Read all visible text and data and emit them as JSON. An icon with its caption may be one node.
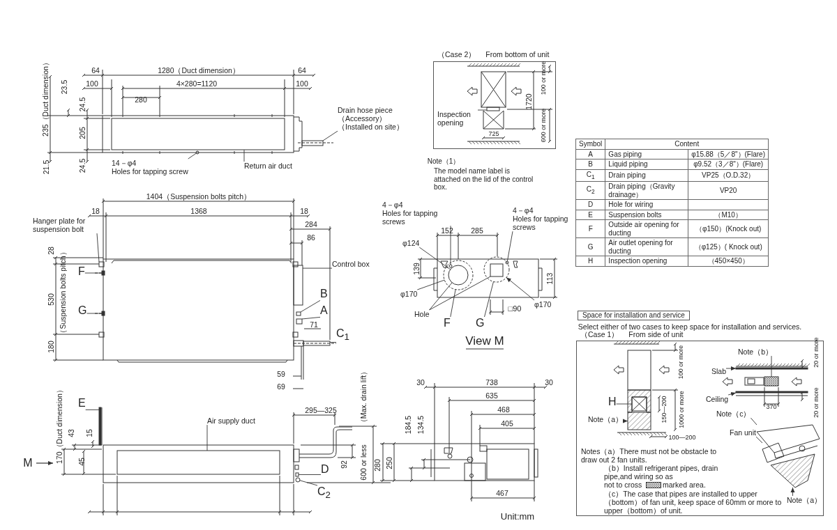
{
  "diagram": {
    "nodes": [
      {
        "text": [
          "Drain hose piece（Accessory）",
          "（Installed on site）"
        ]
      },
      {
        "text": [
          "14－φ4",
          "Holes for tapping screw"
        ]
      },
      {
        "text": [
          "Return air duct"
        ]
      },
      {
        "text": [
          "Hanger plate for suspension bolt"
        ]
      },
      {
        "text": [
          "F"
        ]
      },
      {
        "text": [
          "G"
        ]
      },
      {
        "text": [
          "Control box"
        ]
      },
      {
        "text": [
          "B"
        ]
      },
      {
        "text": [
          "A"
        ]
      },
      {
        "text": [
          "C$_{1}$"
        ]
      },
      {
        "text": [
          "E"
        ]
      },
      {
        "text": [
          "Air supply duct"
        ]
      },
      {
        "text": [
          "D"
        ]
      },
      {
        "text": [
          "C$_{2}$"
        ]
      },
      {
        "text": [
          "（Case 2）",
          "From bottom of unit"
        ]
      },
      {
        "text": [
          "Inspection opening"
        ],
        "in": 14
      },
      {
        "text": [
          "4－φ4",
          "Holes for tapping screws"
        ]
      },
      {
        "text": [
          "φ124"
        ]
      },
      {
        "text": [
          "φ170"
        ]
      },
      {
        "text": [
          "Hole"
        ]
      },
      {
        "text": [
          "F"
        ]
      },
      {
        "text": [
          "G"
        ]
      },
      {
        "text": [
          "4－φ4",
          "Holes for tapping screws"
        ]
      },
      {
        "text": [
          "φ170"
        ]
      },
      {
        "text": [
          "Space for installation and service"
        ]
      },
      {
        "text": [
          "（Case 1）",
          "From side of unit"
        ]
      },
      {
        "text": [
          "H"
        ],
        "in": 25
      },
      {
        "text": [
          "Note（a）"
        ],
        "in": 25
      },
      {
        "text": [
          "Note（b）"
        ],
        "in": 25
      },
      {
        "text": [
          "Slab"
        ],
        "in": 25
      },
      {
        "text": [
          "Ceiling"
        ],
        "in": 25
      },
      {
        "text": [
          "Note（c）"
        ],
        "in": 25
      },
      {
        "text": [
          "Fan unit"
        ],
        "in": 25
      },
      {
        "text": [
          "Note（a）"
        ],
        "in": 25
      },
      {
        "text": [],
        "shape": "box"
      },
      {
        "text": [],
        "shape": "circle"
      },
      {
        "text": [],
        "shape": "box"
      },
      {
        "text": [],
        "shape": "box"
      },
      {
        "text": [],
        "shape": "bar"
      },
      {
        "text": [],
        "shape": "bar"
      },
      {
        "text": [],
        "shape": "box"
      },
      {
        "text": [],
        "shape": "box"
      },
      {
        "text": [],
        "shape": "box"
      },
      {
        "text": [],
        "shape": "box"
      },
      {
        "text": [],
        "shape": "bar"
      },
      {
        "text": [],
        "shape": "box"
      },
      {
        "text": [],
        "shape": "box"
      },
      {
        "text": [],
        "shape": "circle"
      },
      {
        "text": [],
        "shape": "box",
        "in": 14
      },
      {
        "text": [],
        "shape": "circle"
      },
      {
        "text": [],
        "shape": "circle",
        "in": 49
      },
      {
        "text": [],
        "shape": "circle",
        "in": 49
      },
      {
        "text": [],
        "shape": "circle"
      },
      {
        "text": [],
        "shape": "box",
        "in": 52
      },
      {
        "text": [],
        "shape": "circle"
      },
      {
        "text": [],
        "shape": "box",
        "in": 25
      },
      {
        "text": [],
        "shape": "box",
        "in": 25
      },
      {
        "text": [],
        "shape": "box",
        "in": 25
      },
      {
        "text": [],
        "shape": "bar",
        "in": 25
      },
      {
        "text": [],
        "shape": "bar",
        "in": 25
      },
      {
        "text": [],
        "shape": "box",
        "in": 25
      },
      {
        "text": [],
        "shape": "box",
        "in": 25
      },
      {
        "text": [],
        "shape": "box",
        "in": 25
      }
    ],
    "edges": [
      {
        "from": 0,
        "to": 34,
        "arrow": "none"
      },
      {
        "from": 1,
        "to": 35,
        "arrow": "none"
      },
      {
        "from": 2,
        "to": 36,
        "arrow": "none"
      },
      {
        "from": 3,
        "to": 37,
        "arrow": "none"
      },
      {
        "from": 4,
        "to": 38,
        "arrow": "none"
      },
      {
        "from": 5,
        "to": 39,
        "arrow": "none"
      },
      {
        "from": 6,
        "to": 40,
        "arrow": "none"
      },
      {
        "from": 7,
        "to": 41,
        "arrow": "none"
      },
      {
        "from": 8,
        "to": 42,
        "arrow": "none"
      },
      {
        "from": 9,
        "to": 43,
        "arrow": "none"
      },
      {
        "from": 10,
        "to": 44,
        "arrow": "none"
      },
      {
        "from": 11,
        "to": 45,
        "arrow": "none"
      },
      {
        "from": 12,
        "to": 46,
        "arrow": "none"
      },
      {
        "from": 13,
        "to": 47,
        "arrow": "none"
      },
      {
        "from": 15,
        "to": 48,
        "arrow": "none"
      },
      {
        "from": 16,
        "to": 50,
        "arrow": "none"
      },
      {
        "from": 17,
        "to": 51,
        "arrow": "none"
      },
      {
        "from": 18,
        "to": 49,
        "arrow": "none"
      },
      {
        "from": 19,
        "to": 51,
        "arrow": "none"
      },
      {
        "from": 19,
        "to": 53,
        "arrow": "none"
      },
      {
        "from": 20,
        "to": 49,
        "arrow": "none"
      },
      {
        "from": 21,
        "to": 52,
        "arrow": "none"
      },
      {
        "from": 22,
        "to": 54,
        "arrow": "none"
      },
      {
        "from": 23,
        "to": 52,
        "arrow": "to"
      },
      {
        "from": 26,
        "to": 55,
        "arrow": "none"
      },
      {
        "from": 27,
        "to": 56,
        "arrow": "to"
      },
      {
        "from": 28,
        "to": 57,
        "arrow": "none"
      },
      {
        "from": 29,
        "to": 58,
        "arrow": "to"
      },
      {
        "from": 30,
        "to": 59,
        "arrow": "to"
      },
      {
        "from": 31,
        "to": 60,
        "arrow": "none"
      },
      {
        "from": 32,
        "to": 61,
        "arrow": "none"
      },
      {
        "from": 33,
        "to": 62,
        "arrow": "to"
      }
    ],
    "labels": [
      "235（Duct dimension）",
      "64",
      "1280（Duct dimension）",
      "64",
      "100",
      "4×280=1120",
      "100",
      "23.5",
      "24.5",
      "280",
      "205",
      "21.5",
      "24.5",
      "1404（Suspension bolts pitch）",
      "18",
      "1368",
      "18",
      "284",
      "86",
      "28",
      "530",
      "（Suspension bolts pitch）",
      "71",
      "180",
      "59",
      "69",
      "M",
      "170（Duct dimension）",
      "43",
      "15",
      "45",
      "295—325",
      "（Max. drain lift）",
      "600 or less",
      "92",
      "280",
      "250",
      "184.5",
      "134.5",
      "30",
      "738",
      "30",
      "635",
      "468",
      "405",
      "467",
      "Unit:mm",
      "1720",
      "100 or more",
      "600 or more",
      "725",
      "Note（1）",
      "The model name label is attached on the lid of the control box.",
      "152",
      "285",
      "139",
      "113",
      "□90",
      "View M",
      "Select either of two cases to keep space for installation and services.",
      "100 or more",
      "150—200",
      "1000 or more",
      "100—200",
      "20 or more",
      "370",
      "20 or more",
      "Notes（a）There must not be obstacle to draw out 2 fan units.",
      "（b）Install refrigerant pipes, drain pipe,and wiring so as",
      "not to cross",
      "marked area.",
      "（c）The case that pipes are installed to upper（bottom）of fan unit, keep space of 60mm or more to upper（bottom）of unit.",
      "Symbol",
      "Content",
      "A",
      "Gas piping",
      "φ15.88（5／8\"）(Flare)",
      "B",
      "Liquid piping",
      "φ9.52（3／8\"）(Flare)",
      "C$_{1}$",
      "Drain piping",
      "VP25（O.D.32）",
      "C$_{2}$",
      "Drain piping（Gravity drainage）",
      "VP20",
      "D",
      "Hole for wiring",
      "E",
      "Suspension bolts",
      "（M10）",
      "F",
      "Outside air opening for ducting",
      "（φ150）(Knock out)",
      "G",
      "Air outlet opening for ducting",
      "（φ125）( Knock out)",
      "H",
      "Inspection opening",
      "（450×450）"
    ]
  }
}
